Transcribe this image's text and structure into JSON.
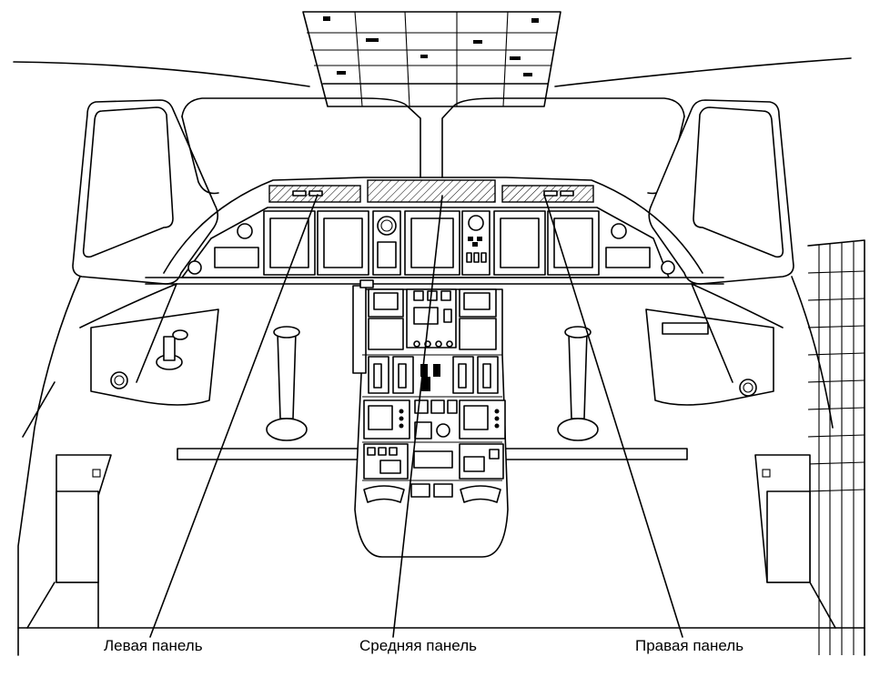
{
  "labels": {
    "left": "Левая панель",
    "middle": "Средняя панель",
    "right": "Правая панель"
  }
}
